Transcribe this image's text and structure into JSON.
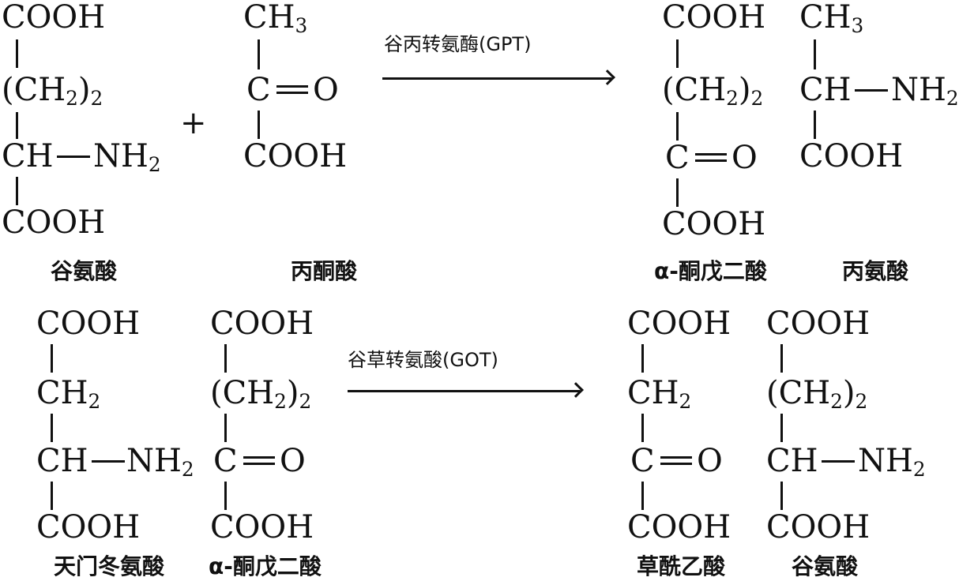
{
  "reaction1": {
    "reactant1": {
      "top": "COOH",
      "ch2_left": "(CH",
      "ch2_sub": "2",
      "ch2_right": ")",
      "ch2_mult": "2",
      "ch": "CH",
      "nh_main": "NH",
      "nh_sub": "2",
      "bottom": "COOH",
      "label": "谷氨酸"
    },
    "plus": "+",
    "reactant2": {
      "top_main": "CH",
      "top_sub": "3",
      "c": "C",
      "o": "O",
      "bottom": "COOH",
      "label": "丙酮酸"
    },
    "enzyme": "谷丙转氨酶(GPT)",
    "product1": {
      "top": "COOH",
      "ch2_left": "(CH",
      "ch2_sub": "2",
      "ch2_right": ")",
      "ch2_mult": "2",
      "c": "C",
      "o": "O",
      "bottom": "COOH",
      "label": "α-酮戊二酸"
    },
    "product2": {
      "top_main": "CH",
      "top_sub": "3",
      "ch": "CH",
      "nh_main": "NH",
      "nh_sub": "2",
      "bottom": "COOH",
      "label": "丙氨酸"
    }
  },
  "reaction2": {
    "reactant1": {
      "top": "COOH",
      "ch2_main": "CH",
      "ch2_sub": "2",
      "ch": "CH",
      "nh_main": "NH",
      "nh_sub": "2",
      "bottom": "COOH",
      "label": "天门冬氨酸"
    },
    "reactant2": {
      "top": "COOH",
      "ch2_left": "(CH",
      "ch2_sub": "2",
      "ch2_right": ")",
      "ch2_mult": "2",
      "c": "C",
      "o": "O",
      "bottom": "COOH",
      "label": "α-酮戊二酸"
    },
    "enzyme": "谷草转氨酸(GOT)",
    "product1": {
      "top": "COOH",
      "ch2_main": "CH",
      "ch2_sub": "2",
      "c": "C",
      "o": "O",
      "bottom": "COOH",
      "label": "草酰乙酸"
    },
    "product2": {
      "top": "COOH",
      "ch2_left": "(CH",
      "ch2_sub": "2",
      "ch2_right": ")",
      "ch2_mult": "2",
      "ch": "CH",
      "nh_main": "NH",
      "nh_sub": "2",
      "bottom": "COOH",
      "label": "谷氨酸"
    }
  }
}
